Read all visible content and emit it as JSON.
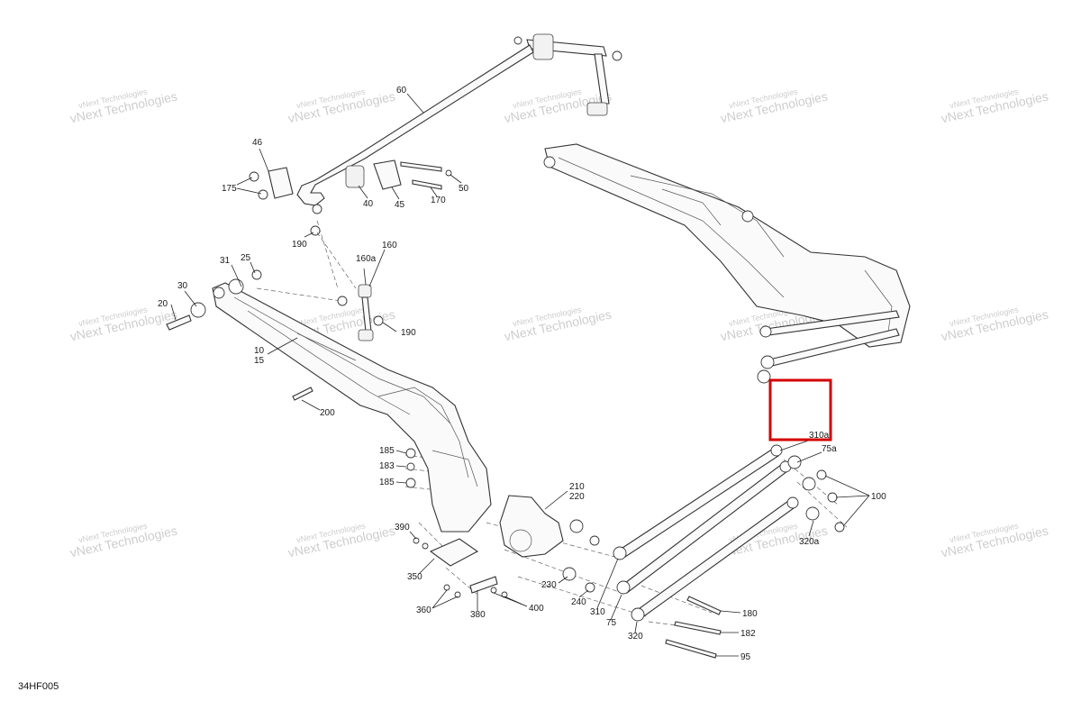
{
  "diagram": {
    "code": "34HF005",
    "watermark_line1": "vNext Technologies",
    "watermark_line2": "Technologies",
    "callouts": {
      "c60": "60",
      "c46": "46",
      "c175": "175",
      "c40": "40",
      "c45": "45",
      "c170": "170",
      "c50": "50",
      "c190a": "190",
      "c31": "31",
      "c25": "25",
      "c160a": "160a",
      "c160": "160",
      "c30": "30",
      "c20": "20",
      "c190b": "190",
      "c10": "10",
      "c15": "15",
      "c200": "200",
      "c185a": "185",
      "c183": "183",
      "c185b": "185",
      "c210": "210",
      "c220": "220",
      "c390": "390",
      "c350": "350",
      "c360": "360",
      "c380": "380",
      "c400": "400",
      "c230": "230",
      "c240": "240",
      "c310": "310",
      "c75": "75",
      "c320": "320",
      "c180": "180",
      "c182": "182",
      "c95": "95",
      "c310a": "310a",
      "c75a": "75a",
      "c100": "100",
      "c320a": "320a"
    }
  },
  "highlight_color": "#d40000"
}
